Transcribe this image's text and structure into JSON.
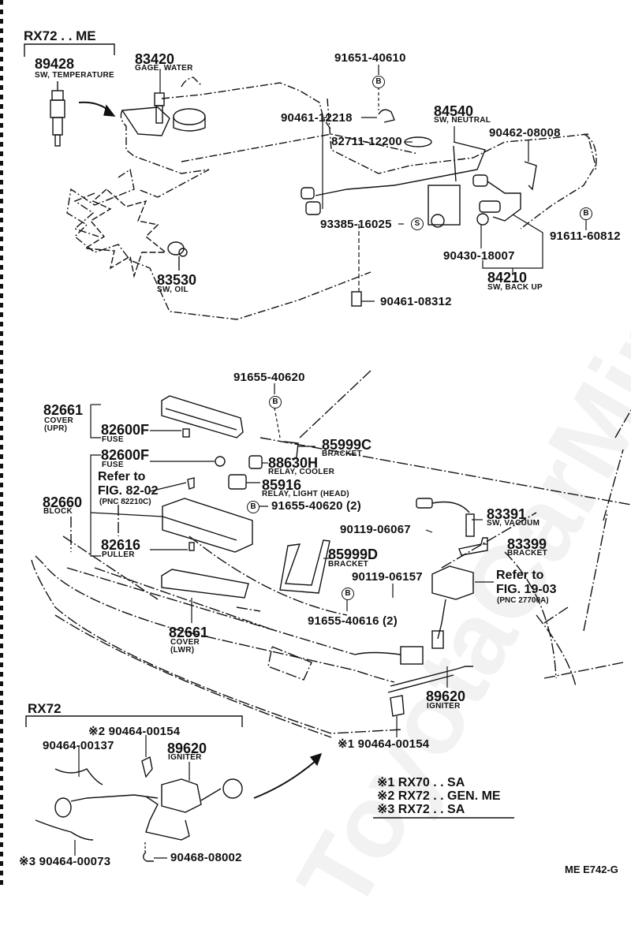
{
  "diagram": {
    "code": "ME E742-G",
    "watermark": "ToyotaCarMirror.ru",
    "sections": {
      "top_variant": "RX72 . . ME",
      "bottom_variant": "RX72"
    },
    "parts": {
      "p89428": {
        "number": "89428",
        "name": "SW, TEMPERATURE"
      },
      "p83420": {
        "number": "83420",
        "name": "GAGE, WATER"
      },
      "p91651": {
        "number": "91651-40610",
        "marker": "B"
      },
      "p90461a": {
        "number": "90461-12218"
      },
      "p84540": {
        "number": "84540",
        "name": "SW, NEUTRAL"
      },
      "p82711": {
        "number": "82711-12200"
      },
      "p90462": {
        "number": "90462-08008"
      },
      "p93385": {
        "number": "93385-16025",
        "marker": "S"
      },
      "p91611": {
        "number": "91611-60812",
        "marker": "B"
      },
      "p90430": {
        "number": "90430-18007"
      },
      "p84210": {
        "number": "84210",
        "name": "SW, BACK UP"
      },
      "p83530": {
        "number": "83530",
        "name": "SW, OIL"
      },
      "p90461b": {
        "number": "90461-08312"
      },
      "p91655a": {
        "number": "91655-40620",
        "marker": "B"
      },
      "p82661u": {
        "number": "82661",
        "name1": "COVER",
        "name2": "(UPR)"
      },
      "p82600a": {
        "number": "82600F",
        "name": "FUSE"
      },
      "p85999c": {
        "number": "85999C",
        "name": "BRACKET"
      },
      "p82600b": {
        "number": "82600F",
        "name": "FUSE"
      },
      "p88630": {
        "number": "88630H",
        "name": "RELAY, COOLER"
      },
      "ref8202": {
        "line1": "Refer to",
        "line2": "FIG. 82-02",
        "pnc": "(PNC 82210C)"
      },
      "p85916": {
        "number": "85916",
        "name": "RELAY, LIGHT (HEAD)"
      },
      "p91655b": {
        "number": "91655-40620 (2)",
        "marker": "B"
      },
      "p82660": {
        "number": "82660",
        "name": "BLOCK"
      },
      "p82616": {
        "number": "82616",
        "name": "PULLER"
      },
      "p85999d": {
        "number": "85999D",
        "name": "BRACKET"
      },
      "p83391": {
        "number": "83391",
        "name": "SW, VACUUM"
      },
      "p90119a": {
        "number": "90119-06067"
      },
      "p83399": {
        "number": "83399",
        "name": "BRACKET"
      },
      "p90119b": {
        "number": "90119-06157"
      },
      "ref1903": {
        "line1": "Refer to",
        "line2": "FIG. 19-03",
        "pnc": "(PNC 27700A)"
      },
      "p91655c": {
        "number": "91655-40616 (2)",
        "marker": "B"
      },
      "p82661l": {
        "number": "82661",
        "name1": "COVER",
        "name2": "(LWR)"
      },
      "p89620a": {
        "number": "89620",
        "name": "IGNITER"
      },
      "p90464a": {
        "number": "※1 90464-00154"
      },
      "p90464b": {
        "number": "※2 90464-00154"
      },
      "p90464c": {
        "number": "90464-00137"
      },
      "p89620b": {
        "number": "89620",
        "name": "IGNITER"
      },
      "p90464d": {
        "number": "※3 90464-00073"
      },
      "p90468": {
        "number": "90468-08002"
      }
    },
    "legend": [
      {
        "mark": "※1",
        "text": "RX70 . . SA"
      },
      {
        "mark": "※2",
        "text": "RX72 . . GEN. ME"
      },
      {
        "mark": "※3",
        "text": "RX72 . . SA"
      }
    ]
  }
}
